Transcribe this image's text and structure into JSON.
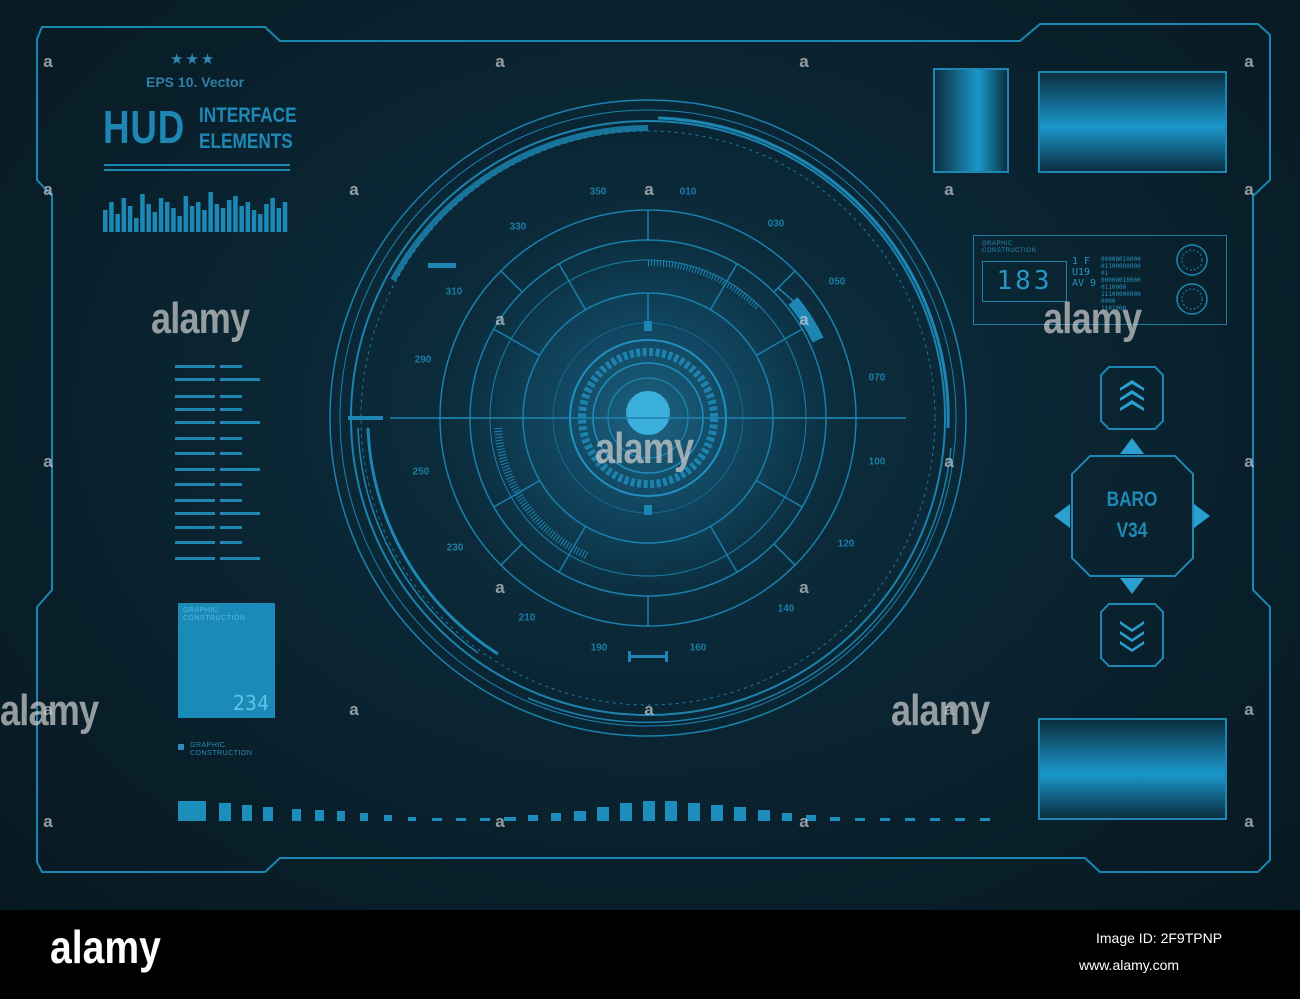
{
  "header": {
    "stars": "★★★",
    "eps": "EPS 10. Vector",
    "hud": "HUD",
    "interface": "INTERFACE",
    "elements": "ELEMENTS"
  },
  "left_panel": {
    "graphic_construction": "GRAPHIC\nCONSTRUCTION",
    "box_number": "234",
    "legend_label": "GRAPHIC\nCONSTRUCTION"
  },
  "right_panel": {
    "graphic_construction": "GRAPHIC\nCONSTRUCTION",
    "readout": "183",
    "mid_text": "1 F\nU19\nAV 9",
    "binary": "00000010000\n01100000000\n01\n00000010000\n0110000\n11100000000\n0000\n1101000",
    "baro_line1": "BARO",
    "baro_line2": "V34"
  },
  "dial": {
    "degrees": [
      "350",
      "010",
      "030",
      "050",
      "070",
      "100",
      "120",
      "140",
      "160",
      "190",
      "210",
      "230",
      "250",
      "290",
      "310",
      "330"
    ]
  },
  "watermarks": {
    "logo": "alamy",
    "small": "a"
  },
  "footer": {
    "logo": "alamy",
    "image_id": "Image ID: 2F9TPNP",
    "url": "www.alamy.com"
  },
  "colors": {
    "background": "#0a2634",
    "accent": "#1f8fb8",
    "glow": "#3fb8e8"
  }
}
